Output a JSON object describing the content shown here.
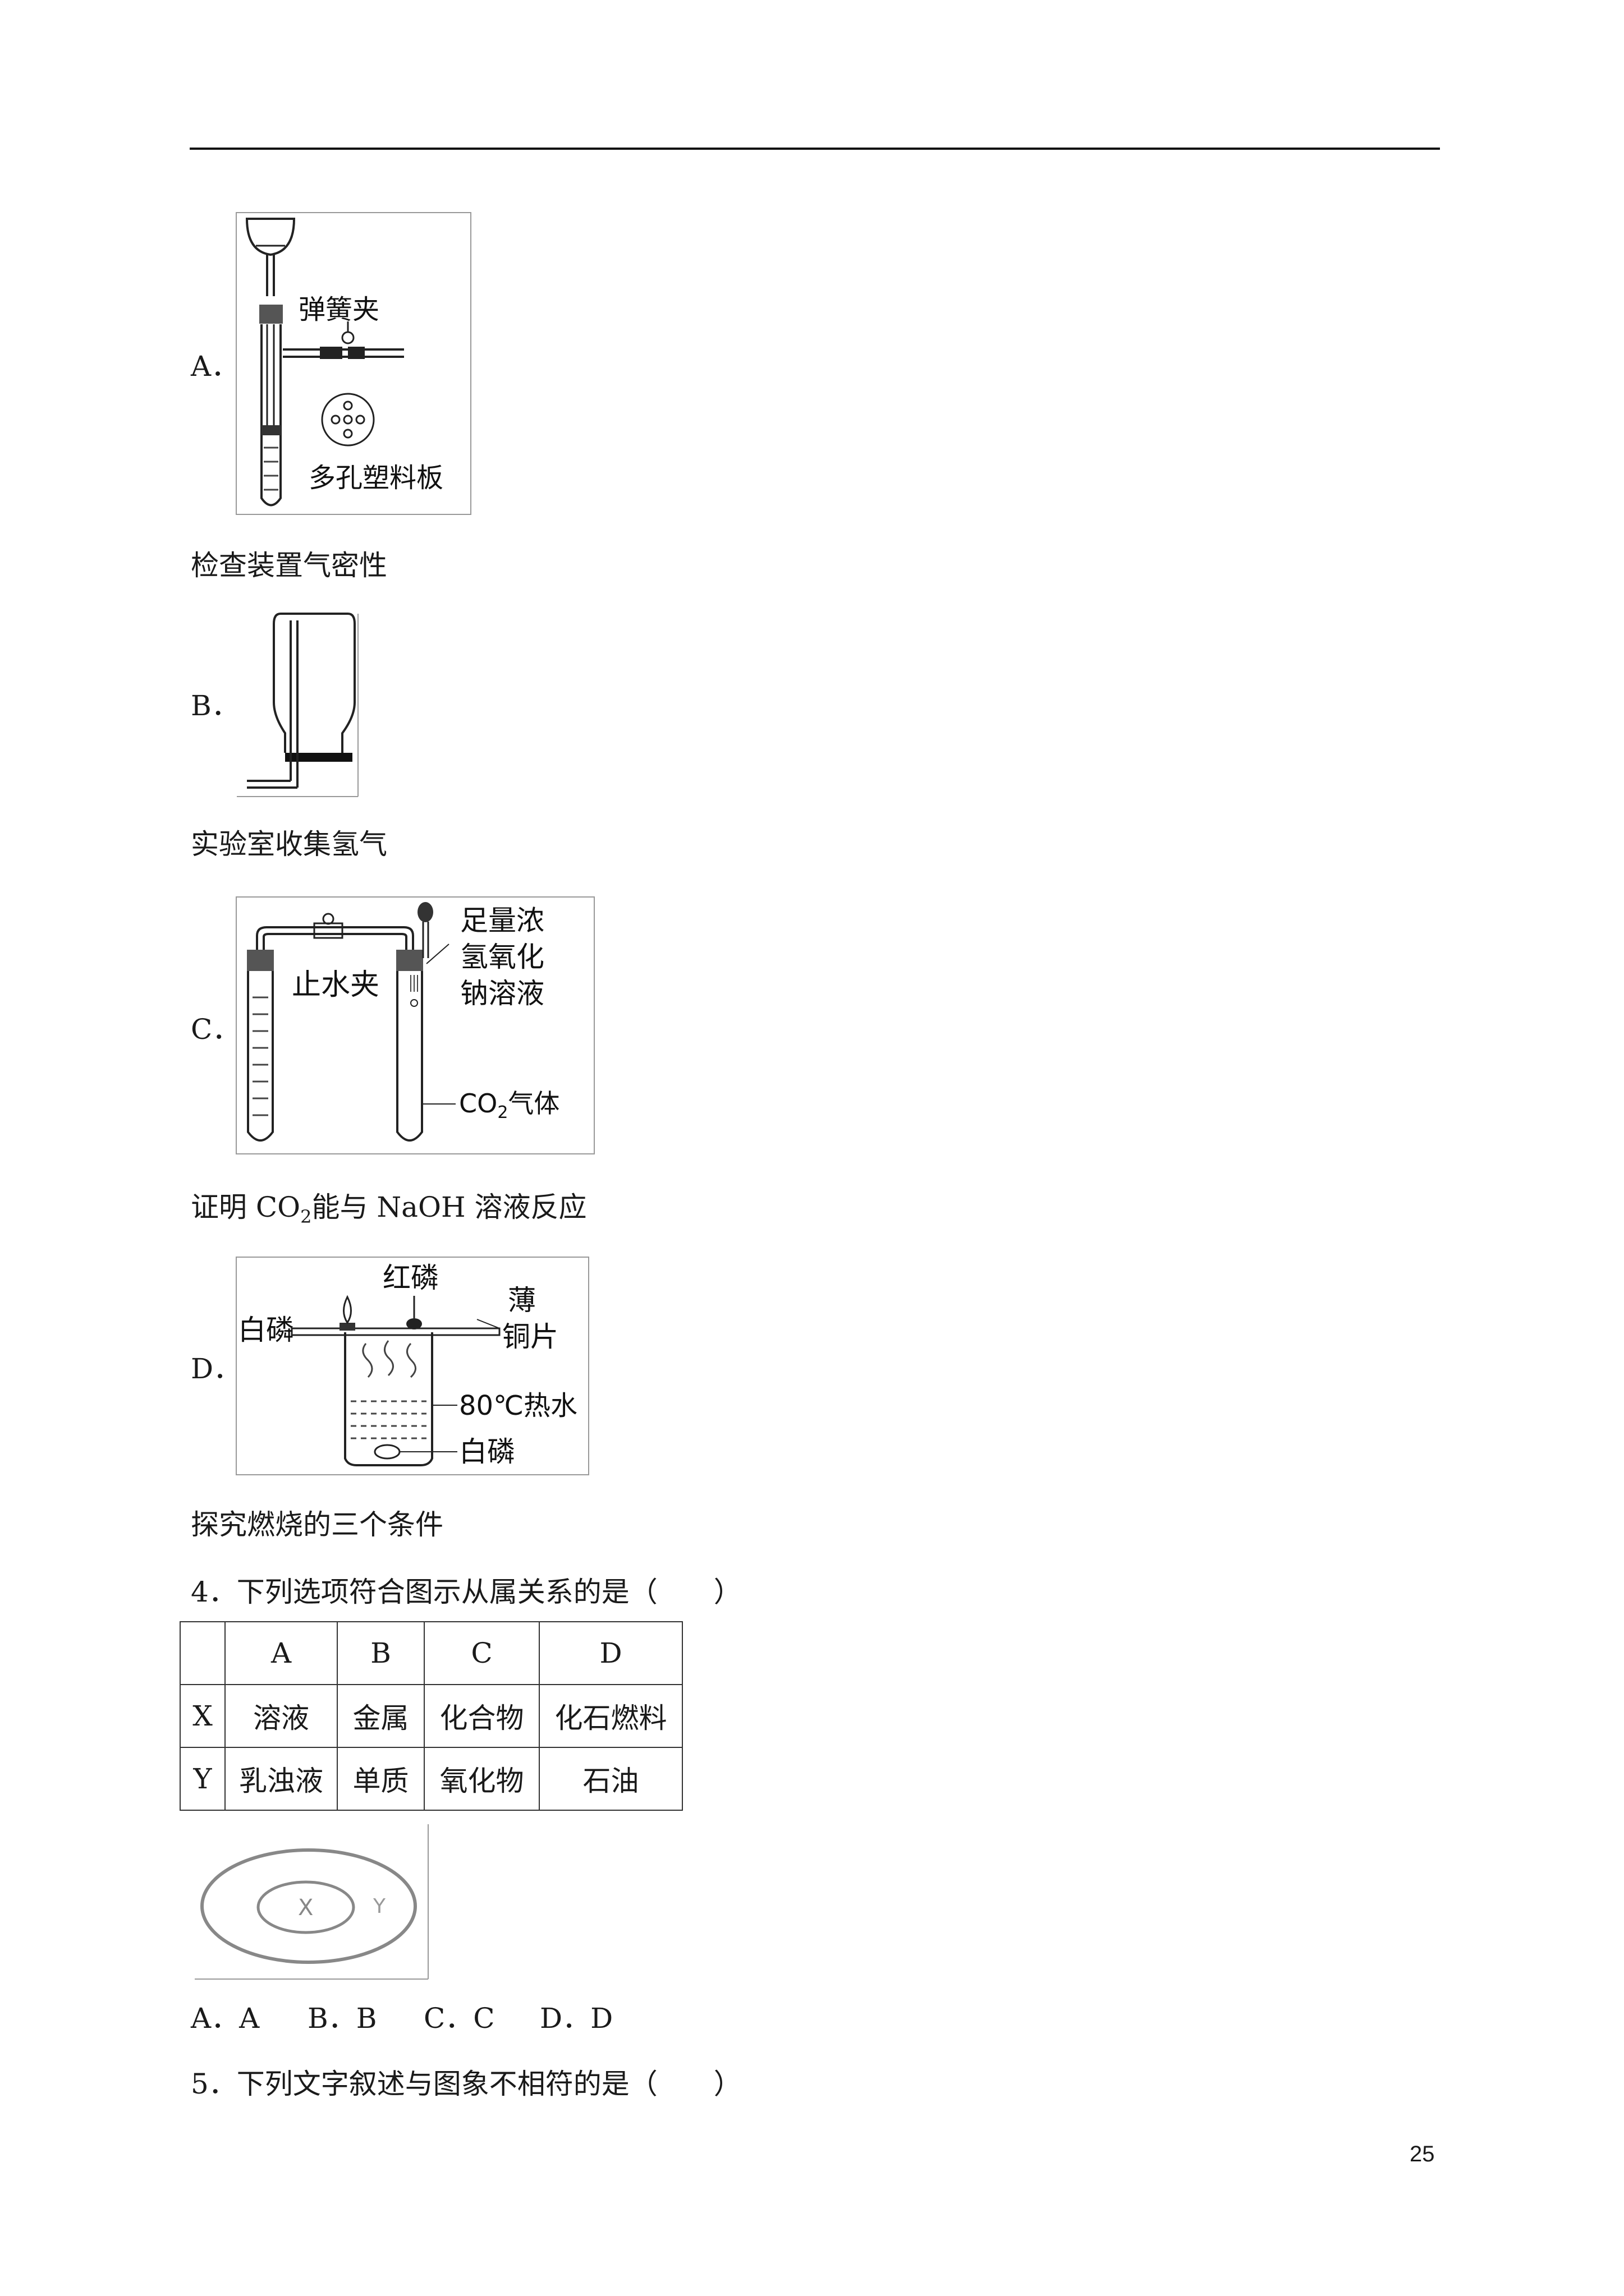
{
  "option_a": {
    "letter": "A．",
    "fig_labels": [
      "弹簧夹",
      "多孔塑料板"
    ],
    "caption": "检查装置气密性"
  },
  "option_b": {
    "letter": "B．",
    "caption": "实验室收集氢气"
  },
  "option_c": {
    "letter": "C．",
    "fig_labels": [
      "止水夹",
      "足量浓",
      "氢氧化",
      "钠溶液",
      "CO",
      "2",
      "气体"
    ],
    "caption_pre": "证明 CO",
    "caption_sub": "2",
    "caption_post": "能与 NaOH 溶液反应"
  },
  "option_d": {
    "letter": "D．",
    "fig_labels": [
      "红磷",
      "白磷",
      "薄",
      "铜片",
      "80℃热水",
      "白磷"
    ],
    "caption": "探究燃烧的三个条件"
  },
  "q4": {
    "stem": "4．下列选项符合图示从属关系的是（　　）",
    "table": {
      "header": [
        "",
        "A",
        "B",
        "C",
        "D"
      ],
      "rows": [
        [
          "X",
          "溶液",
          "金属",
          "化合物",
          "化石燃料"
        ],
        [
          "Y",
          "乳浊液",
          "单质",
          "氧化物",
          "石油"
        ]
      ]
    },
    "diagram_labels": [
      "X",
      "Y"
    ],
    "choices": [
      "A．A",
      "B．B",
      "C．C",
      "D．D"
    ]
  },
  "q5": {
    "stem": "5．下列文字叙述与图象不相符的是（　　）"
  },
  "page_number": "25"
}
